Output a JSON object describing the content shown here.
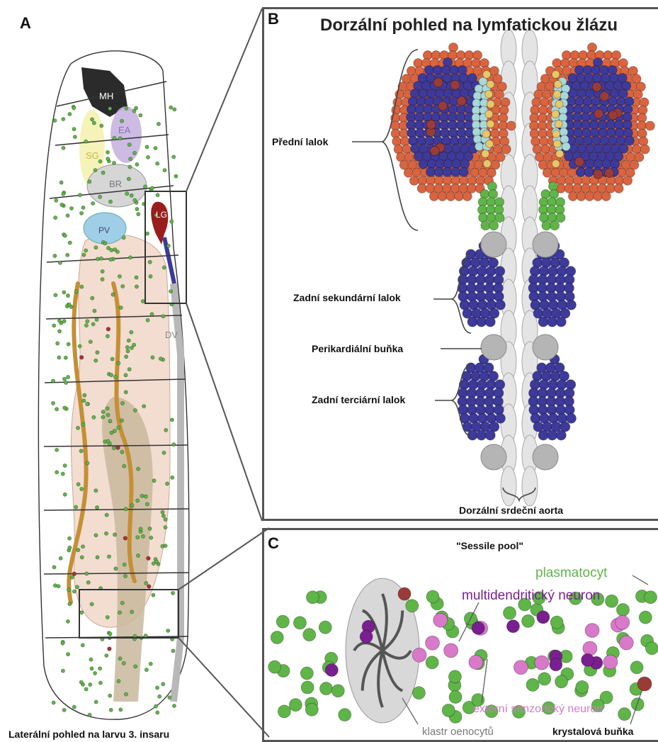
{
  "panels": {
    "a": {
      "letter": "A",
      "caption": "Laterální pohled na larvu 3. insaru",
      "organs": {
        "mh": "MH",
        "ea": "EA",
        "sg": "SG",
        "br": "BR",
        "lg": "LG",
        "pv": "PV",
        "dv": "DV"
      }
    },
    "b": {
      "letter": "B",
      "title": "Dorzální pohled na lymfatickou žlázu",
      "labels": {
        "anterior": "Přední lalok",
        "posterior_secondary": "Zadní sekundární lalok",
        "pericardial": "Perikardiální buňka",
        "posterior_tertiary": "Zadní terciární lalok",
        "aorta": "Dorzální srdeční aorta"
      }
    },
    "c": {
      "letter": "C",
      "title": "\"Sessile pool\"",
      "labels": {
        "plasmatocyte": "plasmatocyt",
        "md_neuron": "multidendritický   neuron",
        "ext_neuron": "externí senzorický neuron",
        "oenocyte": "klastr oenocytů",
        "crystal": "krystalová buňka"
      }
    }
  },
  "colors": {
    "orange": "#d9643f",
    "blue": "#3d3a9a",
    "green": "#5fb548",
    "cyan": "#a8d8d8",
    "yellow": "#e7c76a",
    "gray": "#b5b5b5",
    "purple": "#7a1f8f",
    "pink": "#d879c9",
    "lg_red": "#9b1c1c",
    "mh_black": "#2b2b2b"
  }
}
